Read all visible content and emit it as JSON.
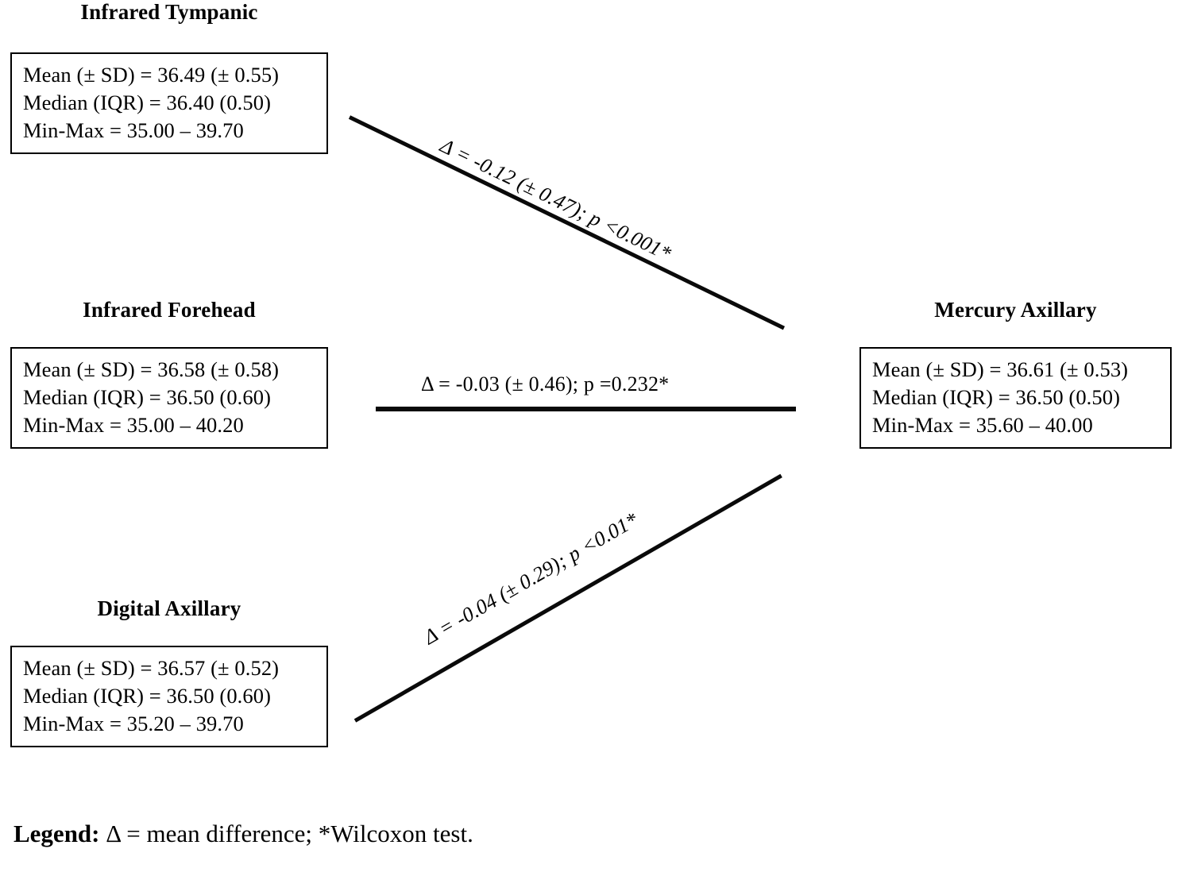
{
  "figure": {
    "type": "diagram",
    "nodes": [
      {
        "id": "infrared-tympanic",
        "title": "Infrared Tympanic",
        "lines": [
          "Mean (± SD) = 36.49 (± 0.55)",
          "Median (IQR) = 36.40 (0.50)",
          "Min-Max  = 35.00 – 39.70"
        ],
        "stats": {
          "mean": 36.49,
          "sd": 0.55,
          "median": 36.4,
          "iqr": 0.5,
          "min": 35.0,
          "max": 39.7
        }
      },
      {
        "id": "infrared-forehead",
        "title": "Infrared Forehead",
        "lines": [
          "Mean (± SD) = 36.58 (± 0.58)",
          "Median (IQR) = 36.50 (0.60)",
          "Min-Max  = 35.00 – 40.20"
        ],
        "stats": {
          "mean": 36.58,
          "sd": 0.58,
          "median": 36.5,
          "iqr": 0.6,
          "min": 35.0,
          "max": 40.2
        }
      },
      {
        "id": "digital-axillary",
        "title": "Digital Axillary",
        "lines": [
          "Mean (± SD) = 36.57 (± 0.52)",
          "Median (IQR) = 36.50 (0.60)",
          "Min-Max  = 35.20 – 39.70"
        ],
        "stats": {
          "mean": 36.57,
          "sd": 0.52,
          "median": 36.5,
          "iqr": 0.6,
          "min": 35.2,
          "max": 39.7
        }
      },
      {
        "id": "mercury-axillary",
        "title": "Mercury Axillary",
        "lines": [
          "Mean (± SD) = 36.61 (± 0.53)",
          "Median (IQR) = 36.50 (0.50)",
          "Min-Max  = 35.60 –  40.00"
        ],
        "stats": {
          "mean": 36.61,
          "sd": 0.53,
          "median": 36.5,
          "iqr": 0.5,
          "min": 35.6,
          "max": 40.0
        }
      }
    ],
    "edges": [
      {
        "id": "tympanic-vs-mercury",
        "from": "infrared-tympanic",
        "to": "mercury-axillary",
        "label": "Δ = -0.12 (± 0.47); p <0.001*",
        "mean_difference": -0.12,
        "sd": 0.47,
        "p_value": "<0.001",
        "significant": true
      },
      {
        "id": "forehead-vs-mercury",
        "from": "infrared-forehead",
        "to": "mercury-axillary",
        "label": "Δ = -0.03 (± 0.46); p =0.232*",
        "mean_difference": -0.03,
        "sd": 0.46,
        "p_value": "0.232",
        "significant": false
      },
      {
        "id": "digital-vs-mercury",
        "from": "digital-axillary",
        "to": "mercury-axillary",
        "label": "Δ = -0.04 (± 0.29); p <0.01*",
        "mean_difference": -0.04,
        "sd": 0.29,
        "p_value": "<0.01",
        "significant": true
      }
    ],
    "legend": {
      "lead": "Legend:",
      "text": " Δ = mean difference; *Wilcoxon test."
    },
    "colors": {
      "line": "#0a0a0a",
      "border": "#000000",
      "text": "#000000",
      "background": "#ffffff"
    }
  }
}
